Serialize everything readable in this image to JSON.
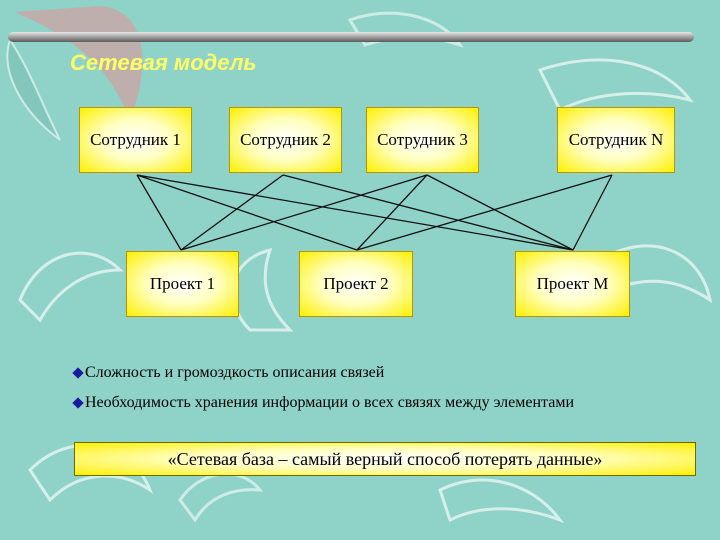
{
  "slide": {
    "title": "Сетевая модель",
    "employees": [
      "Сотрудник 1",
      "Сотрудник 2",
      "Сотрудник 3",
      "Сотрудник N"
    ],
    "projects": [
      "Проект 1",
      "Проект 2",
      "Проект M"
    ],
    "bullets": [
      "Сложность и громоздкость описания связей",
      "Необходимость хранения информации о всех связях между элементами"
    ],
    "quote": "«Сетевая база – самый  верный способ потерять данные»"
  },
  "colors": {
    "background": "#8fd3c8",
    "title": "#ffff66",
    "box_fill": "#ffef00",
    "bullet_mark": "#1a1aa0"
  },
  "links": [
    [
      "Сотрудник 1",
      "Проект 1"
    ],
    [
      "Сотрудник 1",
      "Проект 2"
    ],
    [
      "Сотрудник 1",
      "Проект M"
    ],
    [
      "Сотрудник 2",
      "Проект 1"
    ],
    [
      "Сотрудник 2",
      "Проект M"
    ],
    [
      "Сотрудник 3",
      "Проект 1"
    ],
    [
      "Сотрудник 3",
      "Проект 2"
    ],
    [
      "Сотрудник 3",
      "Проект M"
    ],
    [
      "Сотрудник N",
      "Проект 2"
    ],
    [
      "Сотрудник N",
      "Проект M"
    ]
  ]
}
